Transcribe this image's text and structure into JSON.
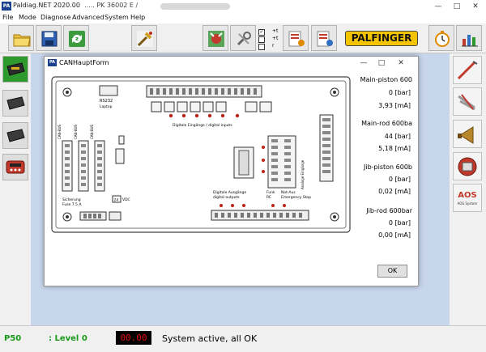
{
  "window": {
    "app_logo": "PA",
    "title": "Paldiag.NET  2020.00",
    "title_suffix": "..... PK 36002 E     /",
    "minimize_icon": "minimize-icon",
    "maximize_icon": "maximize-icon",
    "close_icon": "close-icon"
  },
  "menu": {
    "items": [
      "File",
      "Mode",
      "Diagnose",
      "Advanced",
      "System",
      "Help"
    ]
  },
  "toolbar": {
    "buttons": [
      "open-folder-icon",
      "save-disk-icon",
      "refresh-icon",
      "wrench-tool-icon",
      "hydraulic-valve-icon",
      "tools-icon",
      "log-add-icon",
      "log-edit-icon",
      "stopwatch-icon",
      "bar-chart-icon"
    ],
    "brand": "PALFINGER",
    "checkboxes": [
      {
        "checked": true,
        "label": "+t"
      },
      {
        "checked": false,
        "label": "+t"
      },
      {
        "checked": false,
        "label": "r"
      }
    ]
  },
  "left_panel": {
    "buttons": [
      "controller-icon",
      "module-icon",
      "module-2-icon",
      "remote-control-icon"
    ]
  },
  "right_panel": {
    "buttons": [
      "crane-arm-icon",
      "parts-list-icon",
      "horn-icon",
      "emergency-stop-icon"
    ],
    "aos_label": "AOS",
    "aos_sub": "AOS System"
  },
  "dialog": {
    "icon": "PA",
    "title": "CANHauptForm",
    "ok_label": "OK",
    "readings": [
      {
        "title": "Main-piston 600",
        "bar": "0 [bar]",
        "ma": "3,93 [mA]"
      },
      {
        "title": "Main-rod 600ba",
        "bar": "44 [bar]",
        "ma": "5,18 [mA]"
      },
      {
        "title": "Jib-piston 600b",
        "bar": "0 [bar]",
        "ma": "0,02 [mA]"
      },
      {
        "title": "Jib-rod 600bar",
        "bar": "0 [bar]",
        "ma": "0,00 [mA]"
      }
    ],
    "board": {
      "rs232": "RS232",
      "laptop": "Laptop",
      "digital_inputs": "Digitale Eingänge / digital inputs",
      "digital_outputs_1": "Digitale Ausgänge",
      "digital_outputs_2": "digital outputs",
      "funk_1": "Funk",
      "funk_2": "RC",
      "not_aus_1": "Not-Aus",
      "not_aus_2": "Emergency Stop",
      "fuse_1": "Sicherung",
      "fuse_2": "Fuse 7.5 A",
      "vdc_box": "24",
      "vdc": "VDC",
      "can_labels": [
        "CAN-BUS",
        "CAN-BUS",
        "CAN-BUS"
      ],
      "side_label": "Analoge Eingänge"
    }
  },
  "status": {
    "p50": "P50",
    "level": ": Level 0",
    "time": "00.00",
    "message": "System active, all OK"
  }
}
